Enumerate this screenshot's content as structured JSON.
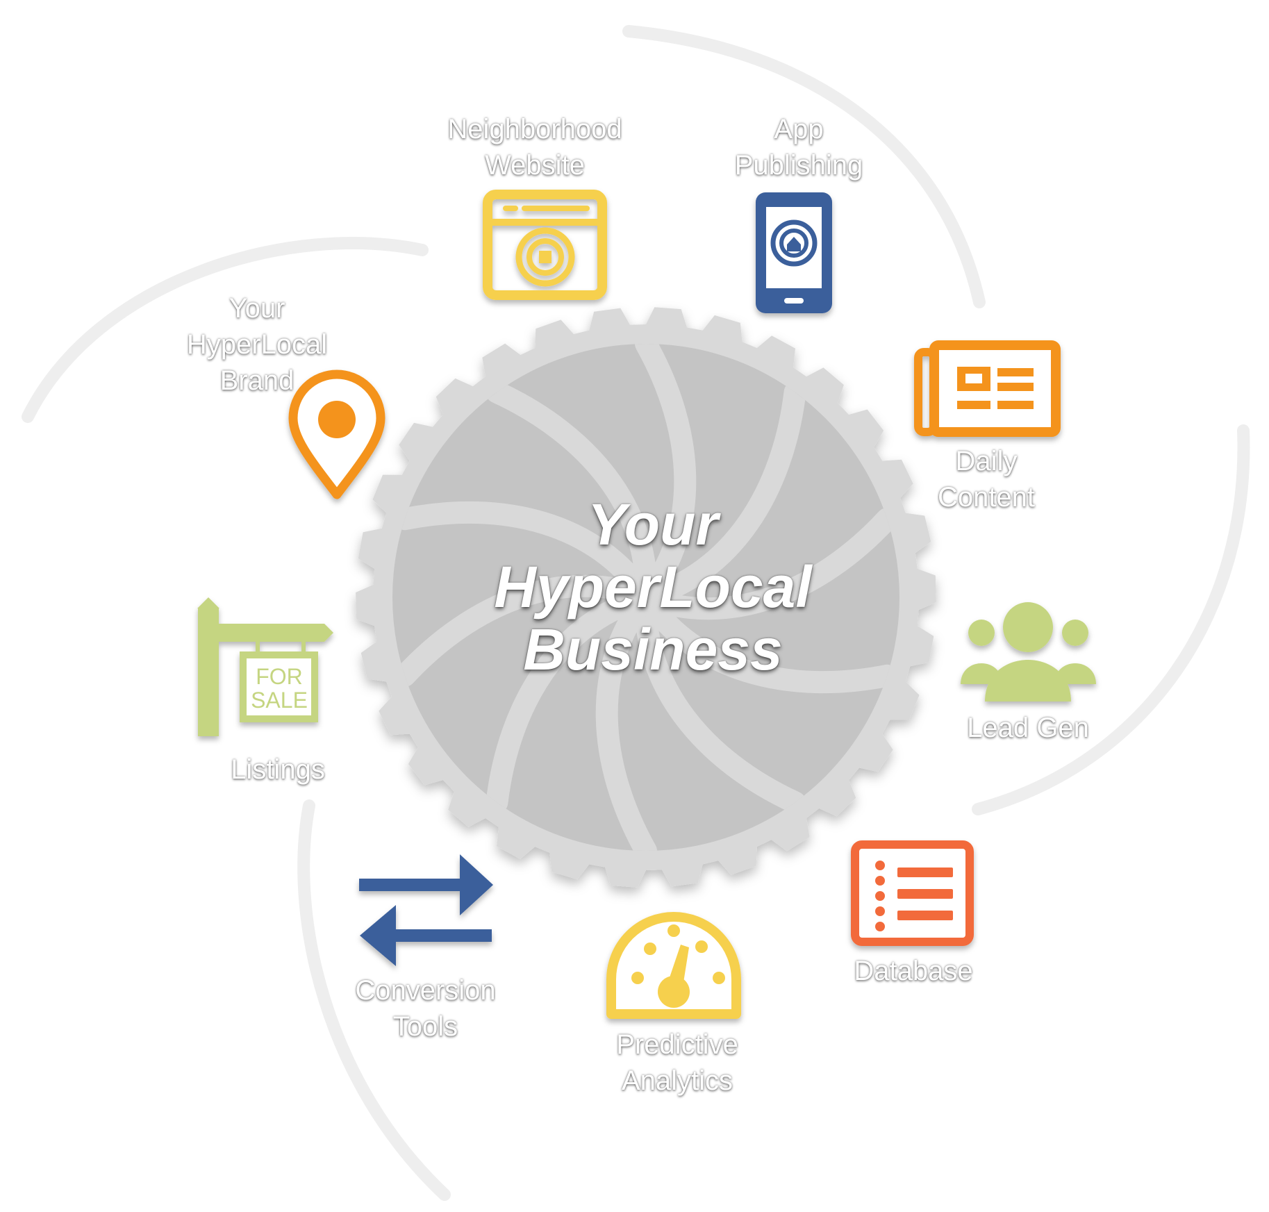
{
  "colors": {
    "yellow": "#f6d04d",
    "blue": "#3a5f9b",
    "orange": "#f4931e",
    "green": "#c5d581",
    "red_orange": "#f26b3a",
    "gear_outer": "#d9d9d9",
    "gear_inner": "#c4c4c4",
    "swirl": "#eeeeee"
  },
  "hub": {
    "lines": [
      "Your",
      "HyperLocal",
      "Business"
    ]
  },
  "nodes": [
    {
      "id": "neighborhood-website",
      "icon": "browser-window-icon",
      "color": "yellow",
      "lines": [
        "Neighborhood",
        "Website"
      ]
    },
    {
      "id": "app-publishing",
      "icon": "smartphone-icon",
      "color": "blue",
      "lines": [
        "App",
        "Publishing"
      ]
    },
    {
      "id": "daily-content",
      "icon": "newspaper-icon",
      "color": "orange",
      "lines": [
        "Daily",
        "Content"
      ]
    },
    {
      "id": "lead-gen",
      "icon": "people-group-icon",
      "color": "green",
      "lines": [
        "Lead Gen"
      ]
    },
    {
      "id": "database",
      "icon": "list-document-icon",
      "color": "red_orange",
      "lines": [
        "Database"
      ]
    },
    {
      "id": "predictive-analytics",
      "icon": "speedometer-icon",
      "color": "yellow",
      "lines": [
        "Predictive",
        "Analytics"
      ]
    },
    {
      "id": "conversion-tools",
      "icon": "swap-arrows-icon",
      "color": "blue",
      "lines": [
        "Conversion",
        "Tools"
      ]
    },
    {
      "id": "listings",
      "icon": "for-sale-sign-icon",
      "color": "green",
      "lines": [
        "Listings"
      ],
      "sign_lines": [
        "FOR",
        "SALE"
      ]
    },
    {
      "id": "your-hyperlocal-brand",
      "icon": "map-pin-icon",
      "color": "orange",
      "lines": [
        "Your",
        "HyperLocal",
        "Brand"
      ]
    }
  ]
}
